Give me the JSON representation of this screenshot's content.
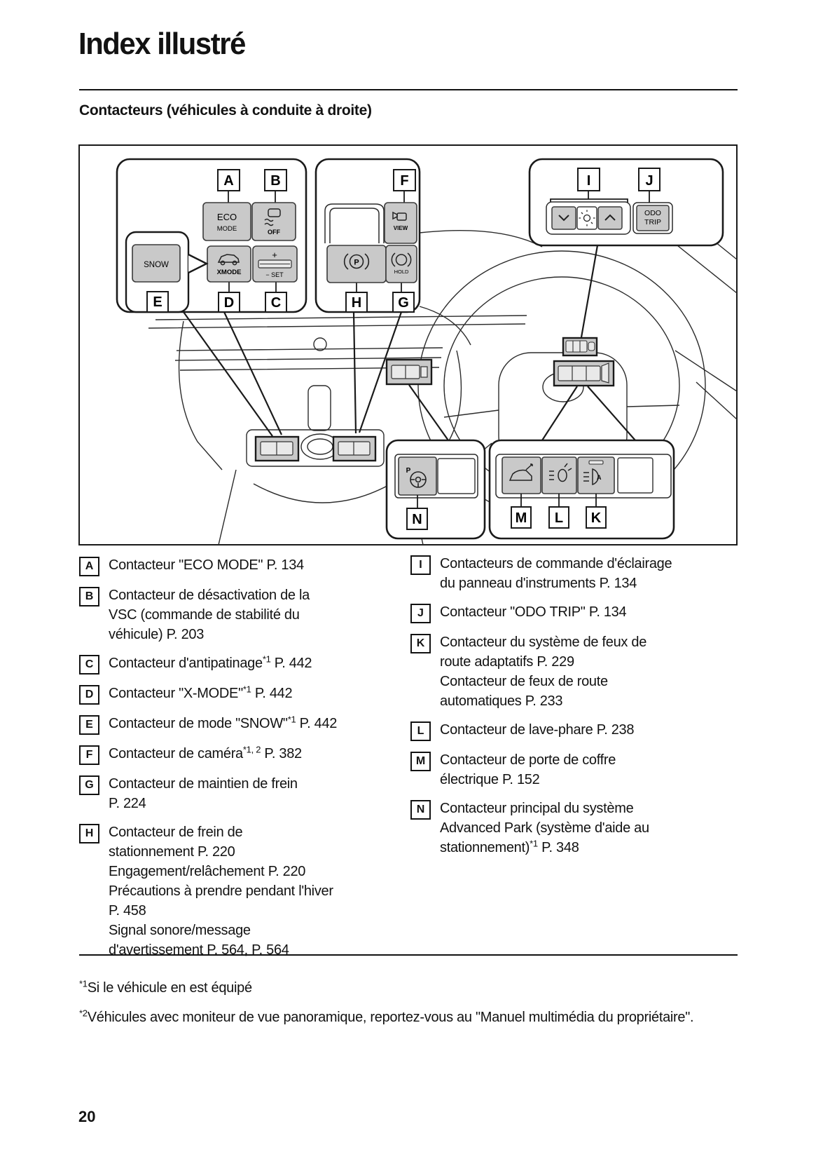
{
  "page": {
    "title": "Index illustré",
    "section_heading": "Contacteurs (véhicules à conduite à droite)",
    "page_number": "20"
  },
  "colors": {
    "button_fill": "#c9c9c9",
    "line": "#1a1a1a"
  },
  "diagram": {
    "letters": {
      "A": "A",
      "B": "B",
      "C": "C",
      "D": "D",
      "E": "E",
      "F": "F",
      "G": "G",
      "H": "H",
      "I": "I",
      "J": "J",
      "K": "K",
      "L": "L",
      "M": "M",
      "N": "N"
    },
    "buttons": {
      "eco_top": "ECO",
      "eco_bottom": "MODE",
      "vsc_off": "OFF",
      "snow": "SNOW",
      "xmode": "XMODE",
      "set_plus": "+",
      "set_label": "− SET",
      "view": "VIEW",
      "park_p": "P",
      "hold": "HOLD",
      "odo_top": "ODO",
      "odo_bottom": "TRIP",
      "advanced_park_p": "P",
      "auto_beam_a": "A"
    }
  },
  "legend": {
    "left": [
      {
        "letter": "A",
        "lines": [
          [
            {
              "t": "Contacteur \"ECO MODE\" P. 134"
            }
          ]
        ]
      },
      {
        "letter": "B",
        "lines": [
          [
            {
              "t": "Contacteur de désactivation de la"
            }
          ],
          [
            {
              "t": "VSC (commande de stabilité du"
            }
          ],
          [
            {
              "t": "véhicule) P. 203"
            }
          ]
        ]
      },
      {
        "letter": "C",
        "lines": [
          [
            {
              "t": "Contacteur d'antipatinage"
            },
            {
              "t": "*1",
              "sup": true
            },
            {
              "t": " P. 442"
            }
          ]
        ]
      },
      {
        "letter": "D",
        "lines": [
          [
            {
              "t": "Contacteur \"X-MODE\""
            },
            {
              "t": "*1",
              "sup": true
            },
            {
              "t": " P. 442"
            }
          ]
        ]
      },
      {
        "letter": "E",
        "lines": [
          [
            {
              "t": "Contacteur de mode \"SNOW\""
            },
            {
              "t": "*1",
              "sup": true
            },
            {
              "t": " P. 442"
            }
          ]
        ]
      },
      {
        "letter": "F",
        "lines": [
          [
            {
              "t": "Contacteur de caméra"
            },
            {
              "t": "*1, 2",
              "sup": true
            },
            {
              "t": " P. 382"
            }
          ]
        ]
      },
      {
        "letter": "G",
        "lines": [
          [
            {
              "t": "Contacteur de maintien de frein"
            }
          ],
          [
            {
              "t": "P. 224"
            }
          ]
        ]
      },
      {
        "letter": "H",
        "lines": [
          [
            {
              "t": "Contacteur de frein de"
            }
          ],
          [
            {
              "t": "stationnement P. 220"
            }
          ],
          [
            {
              "t": "Engagement/relâchement P. 220"
            }
          ],
          [
            {
              "t": "Précautions à prendre pendant l'hiver"
            }
          ],
          [
            {
              "t": "P. 458"
            }
          ],
          [
            {
              "t": "Signal sonore/message"
            }
          ],
          [
            {
              "t": "d'avertissement P. 564, P. 564"
            }
          ]
        ]
      }
    ],
    "right": [
      {
        "letter": "I",
        "lines": [
          [
            {
              "t": "Contacteurs de commande d'éclairage"
            }
          ],
          [
            {
              "t": "du panneau d'instruments P. 134"
            }
          ]
        ]
      },
      {
        "letter": "J",
        "lines": [
          [
            {
              "t": "Contacteur \"ODO TRIP\" P. 134"
            }
          ]
        ]
      },
      {
        "letter": "K",
        "lines": [
          [
            {
              "t": "Contacteur du système de feux de"
            }
          ],
          [
            {
              "t": "route adaptatifs P. 229"
            }
          ],
          [
            {
              "t": "Contacteur de feux de route"
            }
          ],
          [
            {
              "t": "automatiques P. 233"
            }
          ]
        ]
      },
      {
        "letter": "L",
        "lines": [
          [
            {
              "t": "Contacteur de lave-phare P. 238"
            }
          ]
        ]
      },
      {
        "letter": "M",
        "lines": [
          [
            {
              "t": "Contacteur de porte de coffre"
            }
          ],
          [
            {
              "t": "électrique P. 152"
            }
          ]
        ]
      },
      {
        "letter": "N",
        "lines": [
          [
            {
              "t": "Contacteur principal du système"
            }
          ],
          [
            {
              "t": "Advanced Park (système d'aide au"
            }
          ],
          [
            {
              "t": "stationnement)"
            },
            {
              "t": "*1",
              "sup": true
            },
            {
              "t": " P. 348"
            }
          ]
        ]
      }
    ]
  },
  "footnotes": [
    {
      "marker": "*1",
      "text": "Si le véhicule en est équipé"
    },
    {
      "marker": "*2",
      "text": "Véhicules avec moniteur de vue panoramique, reportez-vous au \"Manuel multimédia du propriétaire\"."
    }
  ]
}
